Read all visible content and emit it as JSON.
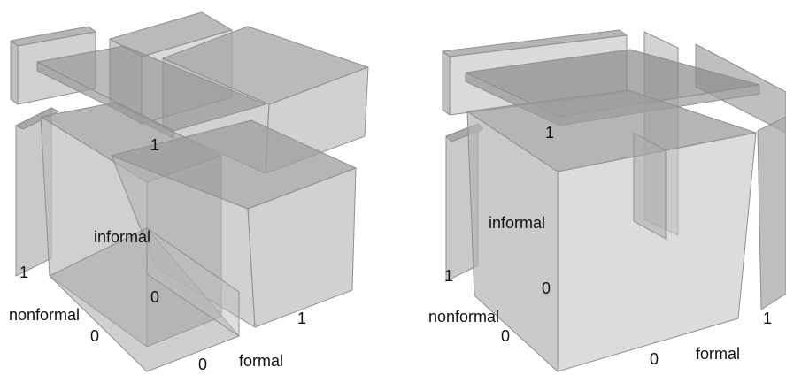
{
  "colors": {
    "background": "#ffffff",
    "box_top": "#9c9c9c",
    "box_front": "#bdbdbd",
    "box_side": "#adadad",
    "edge": "#8f8f8f",
    "label": "#111111"
  },
  "left_panel": {
    "axis_labels": {
      "x": "formal",
      "y": "nonformal",
      "z": "informal"
    },
    "ticks": {
      "x0": "0",
      "x1": "1",
      "y0": "0",
      "y1": "1",
      "z0": "0",
      "z1": "1"
    }
  },
  "right_panel": {
    "axis_labels": {
      "x": "formal",
      "y": "nonformal",
      "z": "informal"
    },
    "ticks": {
      "x0": "0",
      "x1": "1",
      "y0": "0",
      "y1": "1",
      "z0": "0",
      "z1": "1"
    }
  }
}
